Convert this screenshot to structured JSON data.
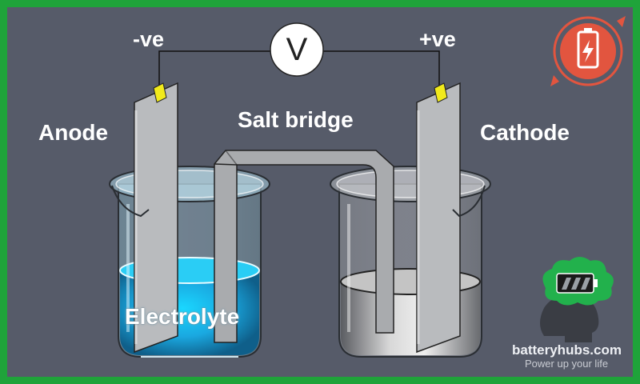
{
  "labels": {
    "negative": "-ve",
    "positive": "+ve",
    "anode": "Anode",
    "cathode": "Cathode",
    "salt_bridge": "Salt bridge",
    "electrolyte": "Electrolyte",
    "voltmeter": "V"
  },
  "watermark": {
    "brand": "batteryhubs.com",
    "tagline": "Power up your life"
  },
  "colors": {
    "frame": "#1fa33a",
    "background": "#565b69",
    "electrode": "#b9bbbe",
    "terminal": "#f1ea1c",
    "left_solution": "#19c8ef",
    "right_solution": "#bfbfbf",
    "logo_circle": "#e2553f",
    "cloud": "#22b14c"
  },
  "icons": [
    "battery-charging-icon",
    "brain-battery-icon"
  ]
}
